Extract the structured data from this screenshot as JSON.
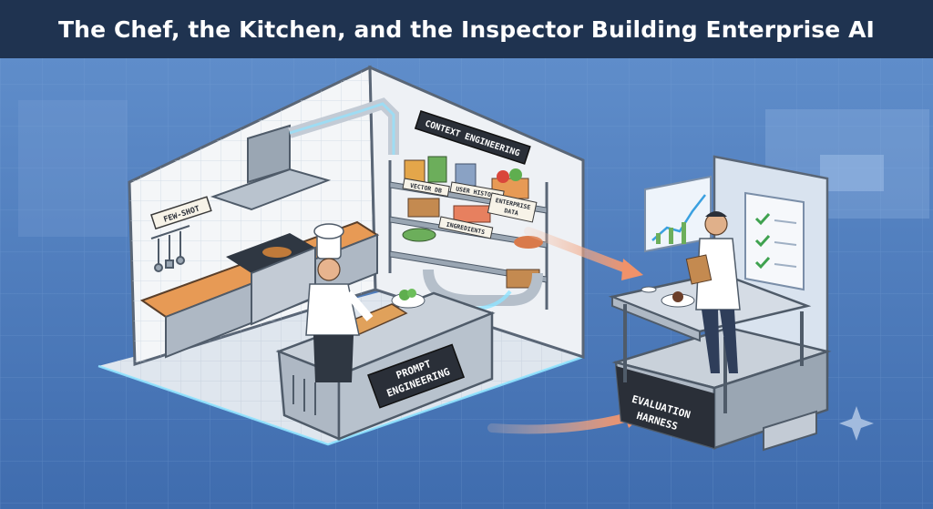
{
  "title": "The Chef, the Kitchen, and the Inspector Building Enterprise AI",
  "labels": {
    "context_engineering": "CONTEXT ENGINEERING",
    "few_shot": "FEW-SHOT",
    "vector_db": "VECTOR DB",
    "user_history": "USER HISTORY",
    "enterprise_line1": "ENTERPRISE",
    "enterprise_line2": "DATA",
    "ingredients": "INGREDIENTS",
    "prompt_line1": "PROMPT",
    "prompt_line2": "ENGINEERING",
    "evaluation_line1": "EVALUATION",
    "evaluation_line2": "HARNESS"
  },
  "colors": {
    "title_bar": "#1f3350",
    "background": "#4a78b8",
    "counter_top": "#e79a55",
    "label_plate": "#2a2f38",
    "glow": "#8fe3ff",
    "arrow": "#f2a77f"
  },
  "icons": [
    "sparkle-icon",
    "checkmark-icon",
    "line-chart-icon"
  ]
}
